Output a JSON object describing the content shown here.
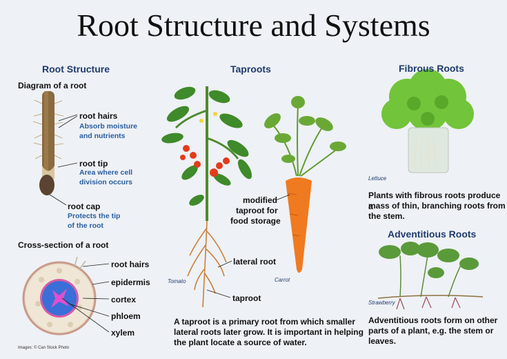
{
  "title": "Root Structure and Systems",
  "root_structure": {
    "heading": "Root Structure",
    "diagram_heading": "Diagram of a root",
    "root_hairs": {
      "label": "root hairs",
      "desc_1": "Absorb moisture",
      "desc_2": "and nutrients"
    },
    "root_tip": {
      "label": "root tip",
      "desc_1": "Area where cell",
      "desc_2": "division occurs"
    },
    "root_cap": {
      "label": "root cap",
      "desc_1": "Protects the tip",
      "desc_2": "of the root"
    },
    "cross_section_heading": "Cross-section of a root",
    "cross_labels": [
      "root hairs",
      "epidermis",
      "cortex",
      "phloem",
      "xylem"
    ]
  },
  "taproots": {
    "heading": "Taproots",
    "modified_1": "modified",
    "modified_2": "taproot for",
    "modified_3": "food storage",
    "lateral_root": "lateral root",
    "taproot": "taproot",
    "tomato_caption": "Tomato",
    "carrot_caption": "Carrot",
    "body_1": "A taproot is a primary root from which smaller",
    "body_2": "lateral roots later grow. It is important in helping",
    "body_3": "the plant locate a source of water."
  },
  "fibrous_roots": {
    "heading": "Fibrous Roots",
    "lettuce_caption": "Lettuce",
    "body_1": "Plants with fibrous roots produce a",
    "body_2": "mass of thin, branching roots from",
    "body_3": "the stem."
  },
  "adventitious_roots": {
    "heading": "Adventitious Roots",
    "strawberry_caption": "Strawberry",
    "body_1": "Adventitious roots form on other",
    "body_2": "parts of a plant, e.g. the stem or",
    "body_3": "leaves."
  },
  "credit": "Images: © Can Stock Photo",
  "colors": {
    "heading": "#1f3b6e",
    "desc": "#2a5d9f",
    "carrot": "#f07a1f",
    "leaf": "#3f8a2a",
    "tomato": "#e43b1b"
  }
}
